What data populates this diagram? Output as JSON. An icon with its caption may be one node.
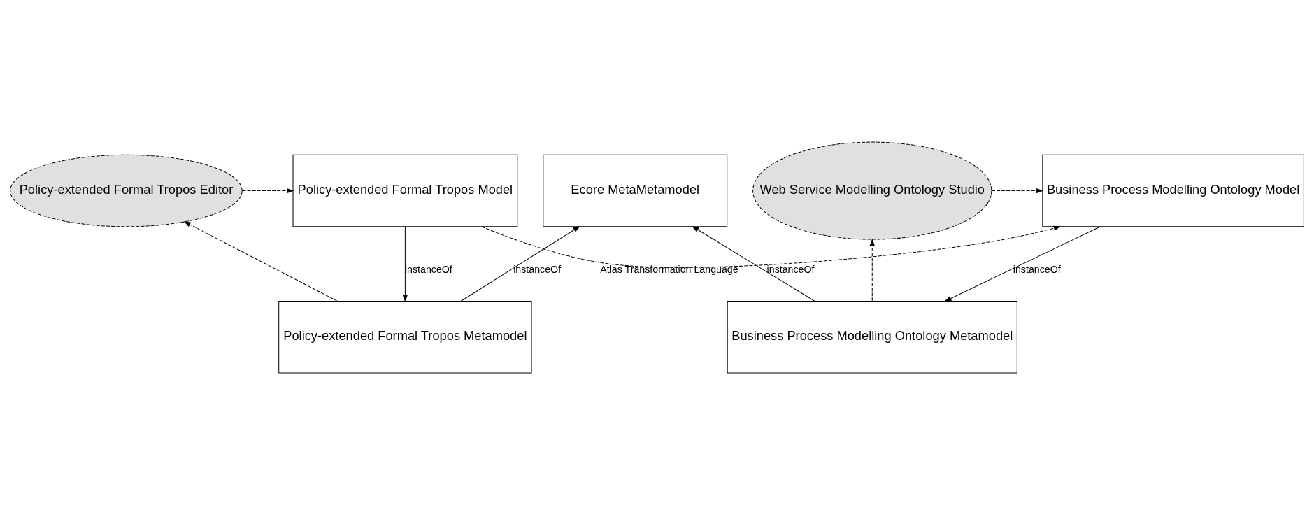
{
  "diagram": {
    "nodes": [
      {
        "text": [
          "Ecore MetaMetamodel"
        ]
      },
      {
        "text": [
          "Policy-extended Formal Tropos Metamodel"
        ]
      },
      {
        "text": [
          "Business Process Modelling Ontology Metamodel"
        ]
      },
      {
        "text": [
          "Policy-extended Formal Tropos Editor"
        ]
      },
      {
        "text": [
          "Policy-extended Formal Tropos Model"
        ]
      },
      {
        "text": [
          "Business Process Modelling Ontology Model"
        ]
      },
      {
        "text": [
          "Web Service Modelling Ontology Studio"
        ]
      }
    ],
    "edges": [
      {
        "from": 1,
        "to": 0,
        "arrow": "to",
        "label": "instanceOf"
      },
      {
        "from": 2,
        "to": 0,
        "arrow": "to",
        "label": "instanceOf"
      },
      {
        "from": 1,
        "to": 3,
        "arrow": "to",
        "style": "dashed"
      },
      {
        "from": 2,
        "to": 6,
        "arrow": "to",
        "style": "dashed"
      },
      {
        "from": 4,
        "to": 1,
        "arrow": "to",
        "label": "instanceOf"
      },
      {
        "from": 3,
        "to": 4,
        "arrow": "to",
        "style": "dashed"
      },
      {
        "from": 4,
        "to": 5,
        "arrow": "to",
        "style": "dashed",
        "label": "Atlas Transformation Language"
      },
      {
        "from": 5,
        "to": 2,
        "arrow": "to",
        "label": "instanceOf"
      },
      {
        "from": 6,
        "to": 5,
        "arrow": "to",
        "style": "dashed"
      }
    ]
  }
}
